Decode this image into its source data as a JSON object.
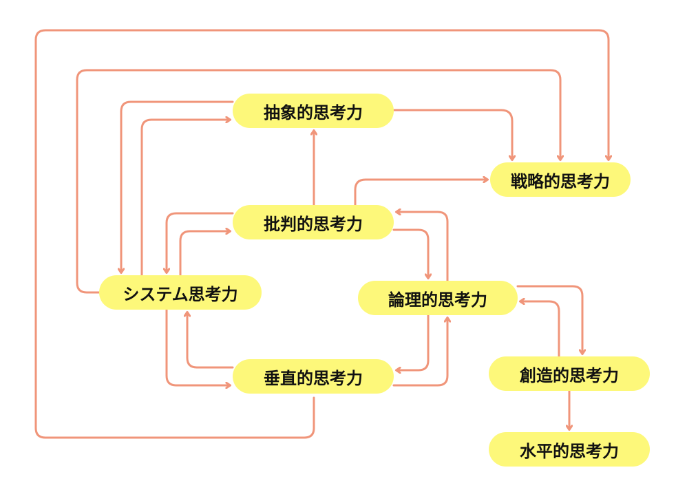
{
  "nodes": {
    "abstract": "抽象的思考力",
    "strategic": "戦略的思考力",
    "critical": "批判的思考力",
    "systems": "システム思考力",
    "logical": "論理的思考力",
    "vertical": "垂直的思考力",
    "creative": "創造的思考力",
    "lateral": "水平的思考力"
  },
  "connections": [
    {
      "from": "systems",
      "to": "strategic"
    },
    {
      "from": "vertical",
      "to": "strategic"
    },
    {
      "from": "abstract",
      "to": "strategic"
    },
    {
      "from": "critical",
      "to": "strategic"
    },
    {
      "from": "abstract",
      "to": "systems"
    },
    {
      "from": "systems",
      "to": "abstract"
    },
    {
      "from": "critical",
      "to": "abstract"
    },
    {
      "from": "critical",
      "to": "systems"
    },
    {
      "from": "systems",
      "to": "critical"
    },
    {
      "from": "systems",
      "to": "vertical"
    },
    {
      "from": "vertical",
      "to": "systems"
    },
    {
      "from": "critical",
      "to": "logical"
    },
    {
      "from": "logical",
      "to": "critical"
    },
    {
      "from": "logical",
      "to": "vertical"
    },
    {
      "from": "vertical",
      "to": "logical"
    },
    {
      "from": "logical",
      "to": "creative"
    },
    {
      "from": "creative",
      "to": "logical"
    },
    {
      "from": "creative",
      "to": "lateral"
    }
  ],
  "colors": {
    "node_fill": "#fdf87a",
    "connector": "#f0957a",
    "text": "#111111",
    "background": "#ffffff"
  }
}
